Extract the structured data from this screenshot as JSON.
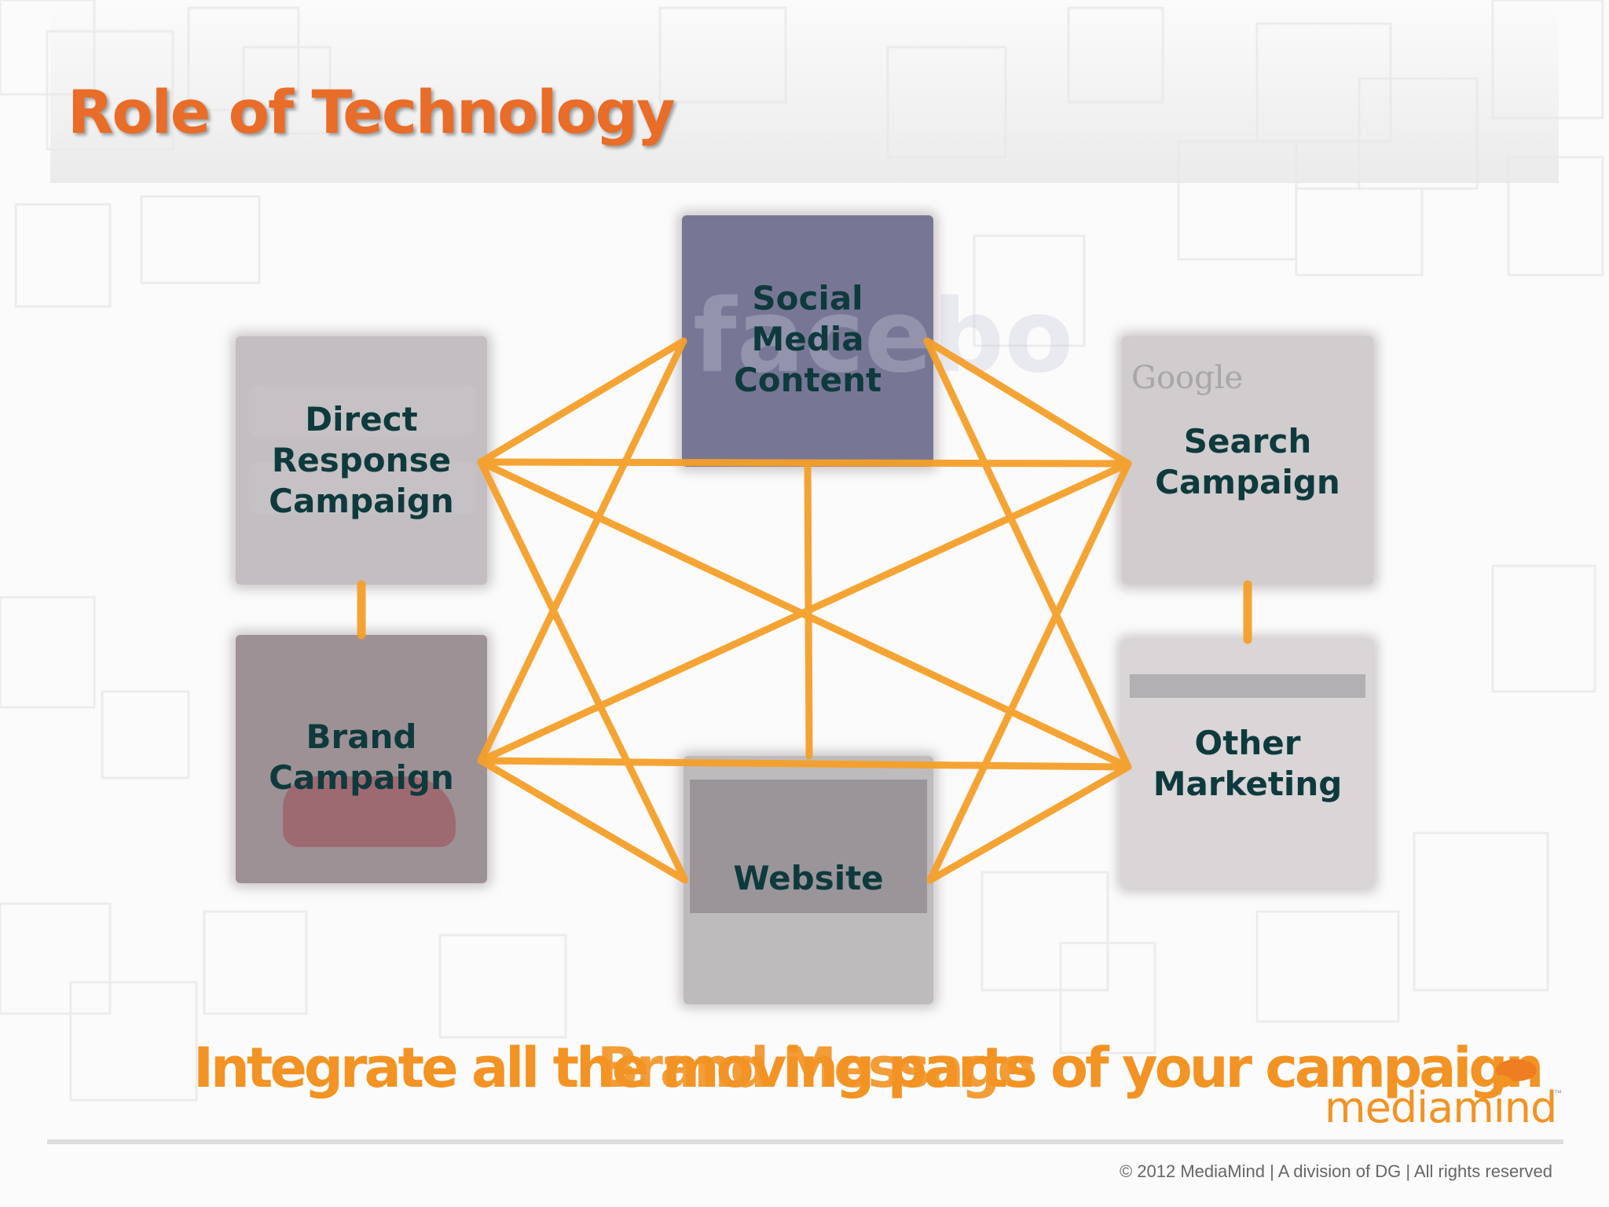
{
  "slide": {
    "title": "Role of Technology",
    "caption_primary": "Integrate all the moving parts of your campaign",
    "caption_overlay": "Brand Message",
    "copyright": "© 2012 MediaMind | A division of DG | All rights reserved"
  },
  "logo": {
    "wordmark": "mediamind",
    "tm": "™"
  },
  "diagram": {
    "nodes": {
      "social": {
        "label": "Social\nMedia\nContent"
      },
      "direct": {
        "label": "Direct\nResponse\nCampaign"
      },
      "search": {
        "label": "Search\nCampaign"
      },
      "brand": {
        "label": "Brand\nCampaign"
      },
      "other": {
        "label": "Other\nMarketing"
      },
      "website": {
        "label": "Website"
      }
    }
  },
  "colors": {
    "title": "#e96c28",
    "connector": "#f5a02a",
    "caption": "#f29324",
    "node_label": "#0e3a3d"
  }
}
